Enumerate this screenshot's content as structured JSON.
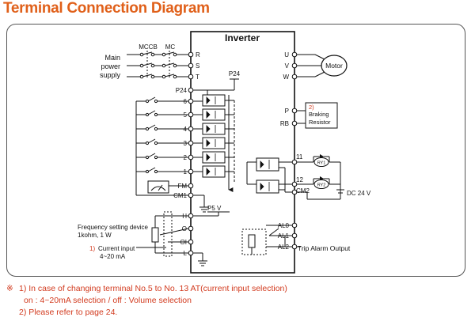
{
  "title": "Terminal Connection Diagram",
  "inverter_label": "Inverter",
  "supply": {
    "line1": "Main",
    "line2": "power",
    "line3": "supply",
    "mccb": "MCCB",
    "mc": "MC"
  },
  "terminals_left": {
    "r": "R",
    "s": "S",
    "t": "T",
    "p24": "P24",
    "in6": "6",
    "in5": "5",
    "in4": "4",
    "in3": "3",
    "in2": "2",
    "in1": "1",
    "fm": "FM",
    "cm1": "CM1",
    "h": "H",
    "o": "O",
    "oi": "OI",
    "l": "L"
  },
  "p24_top": "P24",
  "p5v": "P5 V",
  "terminals_right": {
    "u": "U",
    "v": "V",
    "w": "W",
    "p": "P",
    "rb": "RB",
    "t11": "11",
    "t12": "12",
    "cm2": "CM2",
    "al0": "AL0",
    "al1": "AL1",
    "al2": "AL2"
  },
  "motor_label": "Motor",
  "braking": {
    "note_ref": "2)",
    "line1": "Braking",
    "line2": "Resistor"
  },
  "relays": {
    "ry1": "RY1",
    "ry2": "RY2"
  },
  "dc24": "DC 24 V",
  "trip_alarm": "Trip Alarm Output",
  "freq_device": {
    "line1": "Frequency setting device",
    "line2": "1kohm, 1 W"
  },
  "current_input": {
    "ref": "1)",
    "line1": "Current input",
    "line2": "4~20 mA"
  },
  "notes": {
    "mark": "※",
    "n1": "1) In case of changing terminal No.5 to No. 13 AT(current input selection)",
    "n1b": "on : 4~20mA selection / off : Volume selection",
    "n2": "2) Please refer to page 24."
  },
  "colors": {
    "title": "#e0601a",
    "notes": "#d23a1e",
    "note_ref": "#d23a1e"
  }
}
